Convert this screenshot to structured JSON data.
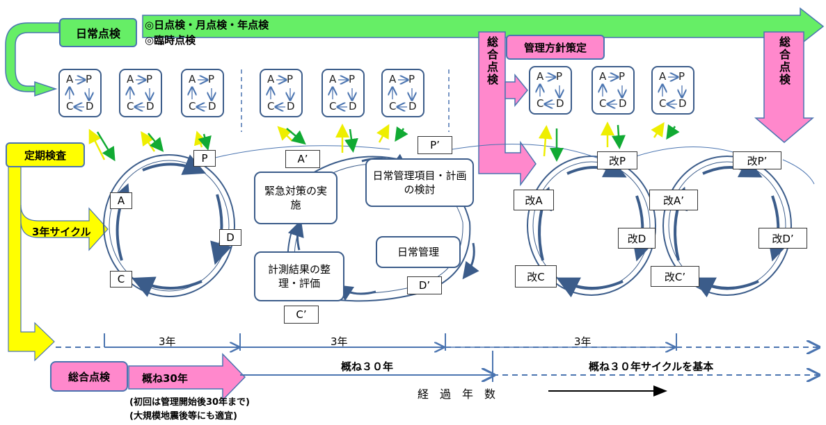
{
  "daily_inspection": {
    "label": "日常点検",
    "line1": "◎日点検・月点検・年点検",
    "line2": "◎臨時点検"
  },
  "comprehensive_top": {
    "label": "総合点検"
  },
  "comprehensive_mid": {
    "label": "総合点検"
  },
  "policy": {
    "label": "管理方針策定"
  },
  "periodic": {
    "label": "定期検査",
    "cycle": "3年サイクル"
  },
  "pdca_letters": {
    "a": "A",
    "p": "P",
    "c": "C",
    "d": "D"
  },
  "cycle1": {
    "p": "P",
    "a": "A",
    "d": "D",
    "c": "C"
  },
  "cycle2": {
    "a": "A’",
    "p": "P’",
    "d": "D’",
    "c": "C’",
    "emergency": "緊急対策の実施",
    "review": "日常管理項目・計画の検討",
    "daily_mgmt": "日常管理",
    "evaluate": "計測結果の整理・評価"
  },
  "cycle3": {
    "p": "改P",
    "a": "改A",
    "d": "改D",
    "c": "改C"
  },
  "cycle4": {
    "p": "改P’",
    "a": "改A’",
    "d": "改D’",
    "c": "改C’"
  },
  "timeline": {
    "seg1": "3年",
    "seg2": "3年",
    "seg3": "3年",
    "approx30": "概ね３０年",
    "approx30_cycle": "概ね３０年サイクルを基本",
    "elapsed": "経　過　年　数"
  },
  "comprehensive_bottom": {
    "label": "総合点検",
    "approx": "概ね30年",
    "note1": "(初回は管理開始後30年まで)",
    "note2": "(大規模地震後等にも適宜)"
  },
  "colors": {
    "green": "#66ee66",
    "pink": "#ff88cc",
    "yellow": "#ffff00",
    "blue": "#3b5c8a"
  }
}
